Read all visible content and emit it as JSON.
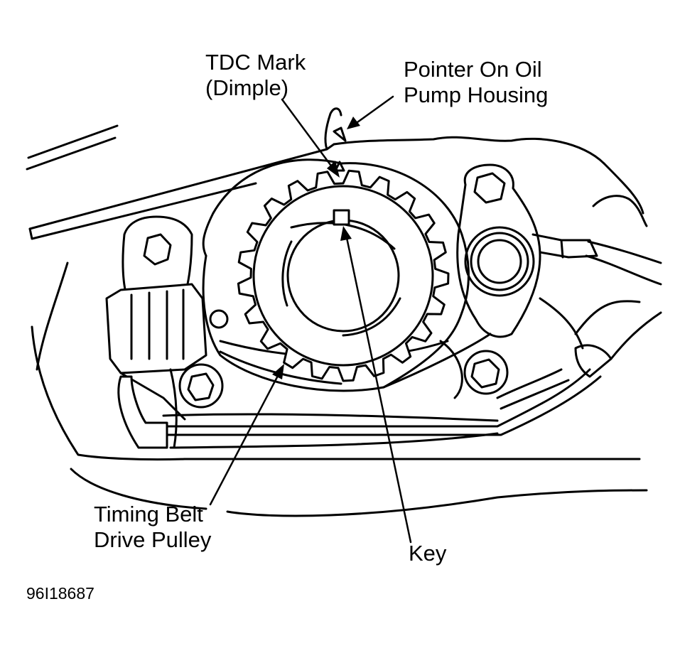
{
  "labels": {
    "tdc_mark": [
      "TDC Mark",
      "(Dimple)"
    ],
    "pointer": [
      "Pointer On Oil",
      "Pump Housing"
    ],
    "drive_pulley": [
      "Timing Belt",
      "Drive Pulley"
    ],
    "key": "Key"
  },
  "figure_code": "96I18687"
}
